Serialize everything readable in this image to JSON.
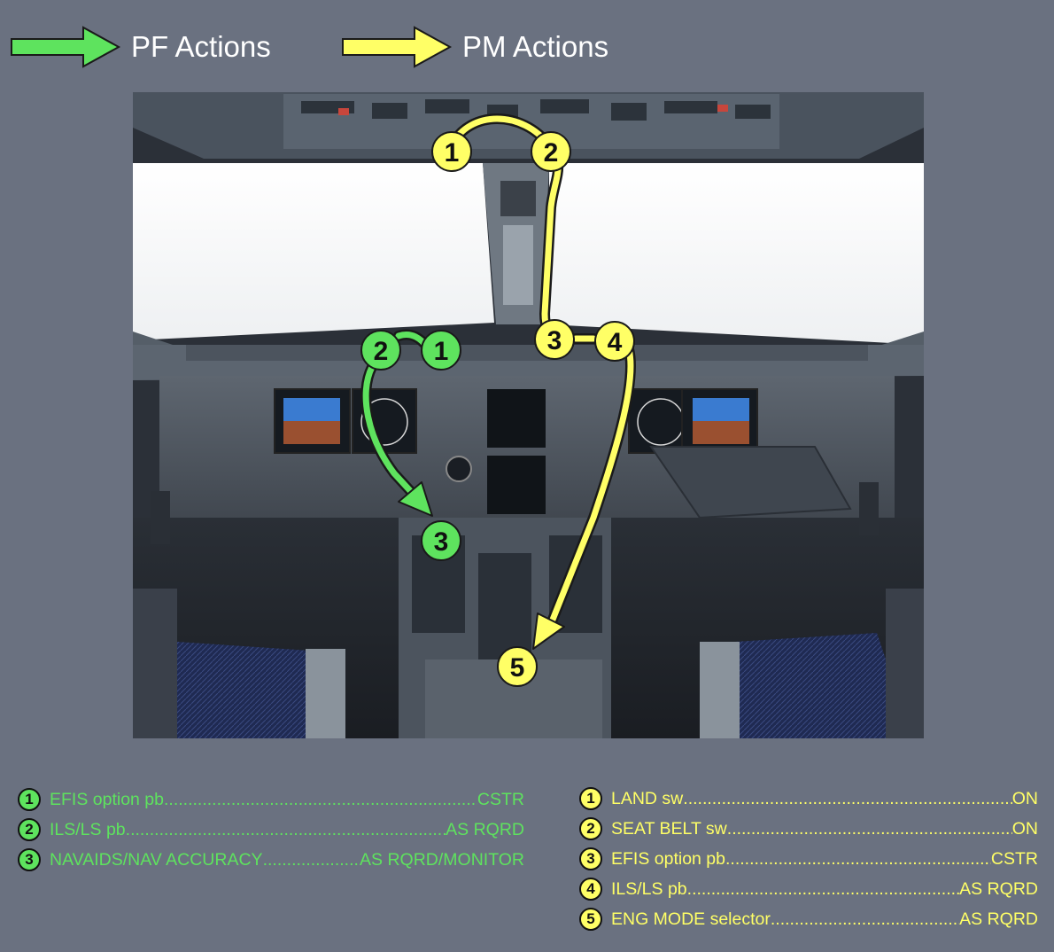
{
  "legend": {
    "pf_label": "PF Actions",
    "pm_label": "PM Actions",
    "pf_color": "#5ee35e",
    "pm_color": "#ffff66"
  },
  "photo": {
    "description_icon": "cockpit-photo",
    "pf_markers": [
      "1",
      "2",
      "3"
    ],
    "pm_markers": [
      "1",
      "2",
      "3",
      "4",
      "5"
    ]
  },
  "pf_list": [
    {
      "num": "1",
      "label": "EFIS option pb",
      "value": "CSTR"
    },
    {
      "num": "2",
      "label": "ILS/LS pb",
      "value": "AS RQRD"
    },
    {
      "num": "3",
      "label": "NAVAIDS/NAV ACCURACY",
      "value": "AS RQRD/MONITOR"
    }
  ],
  "pm_list": [
    {
      "num": "1",
      "label": "LAND sw",
      "value": "ON"
    },
    {
      "num": "2",
      "label": "SEAT BELT sw",
      "value": "ON"
    },
    {
      "num": "3",
      "label": "EFIS option pb",
      "value": "CSTR"
    },
    {
      "num": "4",
      "label": "ILS/LS pb",
      "value": "AS RQRD"
    },
    {
      "num": "5",
      "label": "ENG MODE selector",
      "value": "AS RQRD"
    }
  ]
}
